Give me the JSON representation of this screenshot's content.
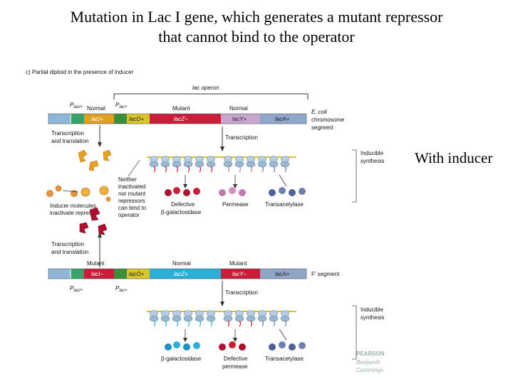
{
  "slide": {
    "title_line1": "Mutation in Lac I gene, which generates a mutant repressor",
    "title_line2": "that cannot bind to the operator",
    "side_note": "With inducer"
  },
  "panel": {
    "heading": "c) Partial diploid in the presence of inducer",
    "operon_label": "lac operon",
    "chromosome": {
      "promoter_i": "P",
      "promoter_i_sub": "lacI+",
      "promoter_lac": "P",
      "promoter_lac_sub": "lac+",
      "status_labels": [
        "Normal",
        "Mutant",
        "Normal"
      ],
      "genes": [
        "lacI+",
        "lacO+",
        "lacZ−",
        "lacY+",
        "lacA+"
      ],
      "segment_label": [
        "E. coli",
        "chromosome",
        "segment"
      ]
    },
    "transcription_translation": [
      "Transcription",
      "and translation"
    ],
    "transcription": "Transcription",
    "inducible_synthesis": [
      "Inducible",
      "synthesis"
    ],
    "callout": [
      "Neither",
      "inactivated",
      "nor mutant",
      "repressors",
      "can bind to",
      "operator"
    ],
    "inducer_note": [
      "Inducer molecules",
      "inactivate repressor"
    ],
    "products_top": [
      {
        "lines": [
          "Defective",
          "β-galactosidase"
        ]
      },
      {
        "lines": [
          "Permease"
        ]
      },
      {
        "lines": [
          "Transacetylase"
        ]
      }
    ],
    "fprime": {
      "status_labels": [
        "Mutant",
        "Normal",
        "Mutant"
      ],
      "genes": [
        "lacI−",
        "lacO+",
        "lacZ+",
        "lacY−",
        "lacA+"
      ],
      "segment_label": "F′ segment",
      "promoter_i": "P",
      "promoter_i_sub": "lacI+",
      "promoter_lac": "P",
      "promoter_lac_sub": "lac+"
    },
    "products_bottom": [
      {
        "lines": [
          "β-galactosidase"
        ]
      },
      {
        "lines": [
          "Defective",
          "permease"
        ]
      },
      {
        "lines": [
          "Transacetylase"
        ]
      }
    ],
    "publisher": [
      "PEARSON",
      "Benjamin",
      "Cummings"
    ]
  },
  "colors": {
    "lacI": "#e0a020",
    "lacO": "#d7c52a",
    "lacZ_mutant": "#c81e3a",
    "lacZ_normal": "#2ab0d8",
    "lacY": "#a06db0",
    "lacA": "#6f8fc0",
    "repressor": "#e8a020",
    "mutant_repressor": "#b01030",
    "ribosome": "#9ab6d0"
  }
}
